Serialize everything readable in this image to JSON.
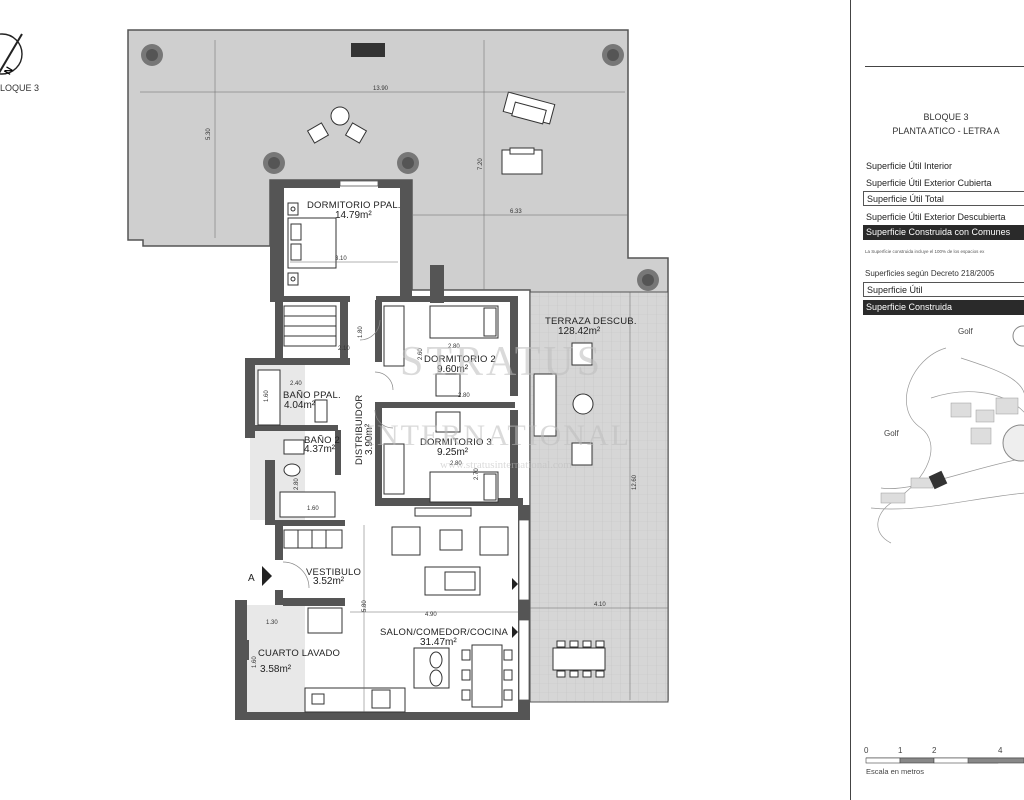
{
  "north": {
    "label": "N",
    "block_label": "LOQUE 3"
  },
  "rooms": {
    "dormitorio_ppal": {
      "name": "DORMITORIO PPAL.",
      "area": "14.79m²"
    },
    "dormitorio_2": {
      "name": "DORMITORIO 2",
      "area": "9.60m²"
    },
    "dormitorio_3": {
      "name": "DORMITORIO 3",
      "area": "9.25m²"
    },
    "bano_ppal": {
      "name": "BAÑO PPAL.",
      "area": "4.04m²"
    },
    "bano_2": {
      "name": "BAÑO 2",
      "area": "4.37m²"
    },
    "distribuidor": {
      "name": "DISTRIBUIDOR",
      "area": "3.90m²"
    },
    "vestibulo": {
      "name": "VESTIBULO",
      "area": "3.52m²"
    },
    "salon": {
      "name": "SALON/COMEDOR/COCINA",
      "area": "31.47m²"
    },
    "cuarto_lavado": {
      "name": "CUARTO LAVADO",
      "area": "3.58m²"
    },
    "terraza": {
      "name": "TERRAZA DESCUB.",
      "area": "128.42m²"
    }
  },
  "entrance_label": "A",
  "dimensions": {
    "d1": "13.90",
    "d2": "5.30",
    "d3": "7.20",
    "d4": "6.33",
    "d5": "3.10",
    "d6": "1.80",
    "d7": "2.10",
    "d8": "2.80",
    "d9": "2.60",
    "d10": "2.40",
    "d11": "1.60",
    "d12": "2.80",
    "d13": "2.70",
    "d14": "1.60",
    "d15": "4.90",
    "d16": "4.10",
    "d17": "5.80",
    "d18": "12.60",
    "d19": "1.30",
    "d20": "1.60",
    "d21": "2.80",
    "d22": "2.80"
  },
  "watermark": {
    "line1": "STRATUS",
    "line2": "INTERNATIONAL",
    "line3": "www.stratusinternational.com"
  },
  "panel": {
    "block": "BLOQUE 3",
    "floor": "PLANTA ATICO - LETRA A",
    "rows": [
      "Superficie Útil Interior",
      "Superficie Útil Exterior Cubierta",
      "Superficie Útil Total",
      "Superficie Útil Exterior Descubierta",
      "Superficie Construida con Comunes"
    ],
    "note": "La Superficie construida incluye el 100% de los espacios ex",
    "decree_title": "Superficies según Decreto 218/2005",
    "decree_rows": [
      "Superficie Útil",
      "Superficie Construida"
    ],
    "golf1": "Golf",
    "golf2": "Golf",
    "scale_ticks": [
      "0",
      "1",
      "2",
      "4"
    ],
    "scale_caption": "Escala en metros"
  },
  "colors": {
    "wall": "#555555",
    "floor": "#d8d8d8",
    "dark_row": "#2a2a2a"
  }
}
